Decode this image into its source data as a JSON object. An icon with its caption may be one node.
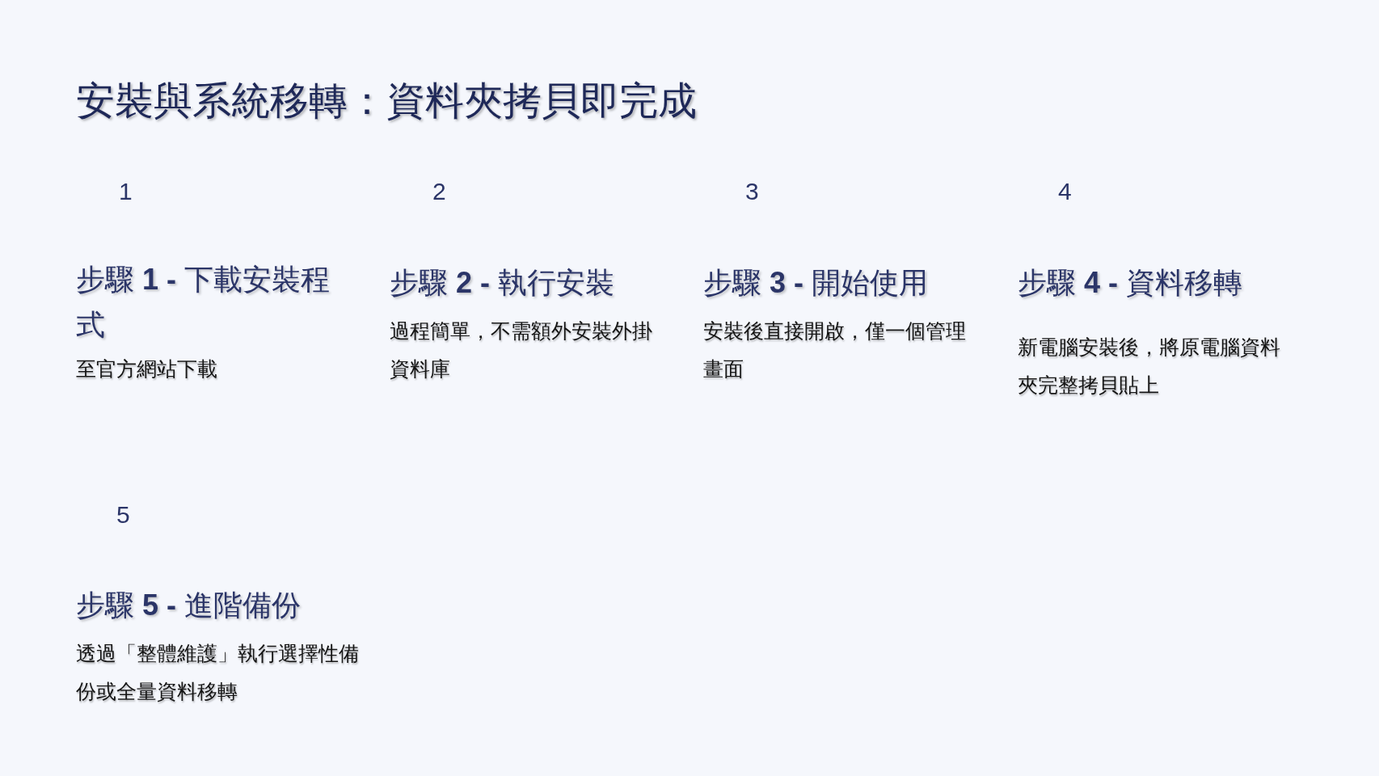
{
  "diagram": {
    "title": "安裝與系統移轉：資料夾拷貝即完成",
    "labels": [
      "1",
      "步驟 **1 -** 下載安裝程式",
      "至官方網站下載",
      "2",
      "步驟 **2 -** 執行安裝",
      "過程簡單，不需額外安裝外掛資料庫",
      "3",
      "步驟 **3 -** 開始使用",
      "安裝後直接開啟，僅一個管理畫面",
      "4",
      "步驟 **4 -** 資料移轉",
      "新電腦安裝後，將原電腦資料夾完整拷貝貼上",
      "5",
      "步驟 **5 -** 進階備份",
      "透過「整體維護」執行選擇性備份或全量資料移轉"
    ]
  }
}
